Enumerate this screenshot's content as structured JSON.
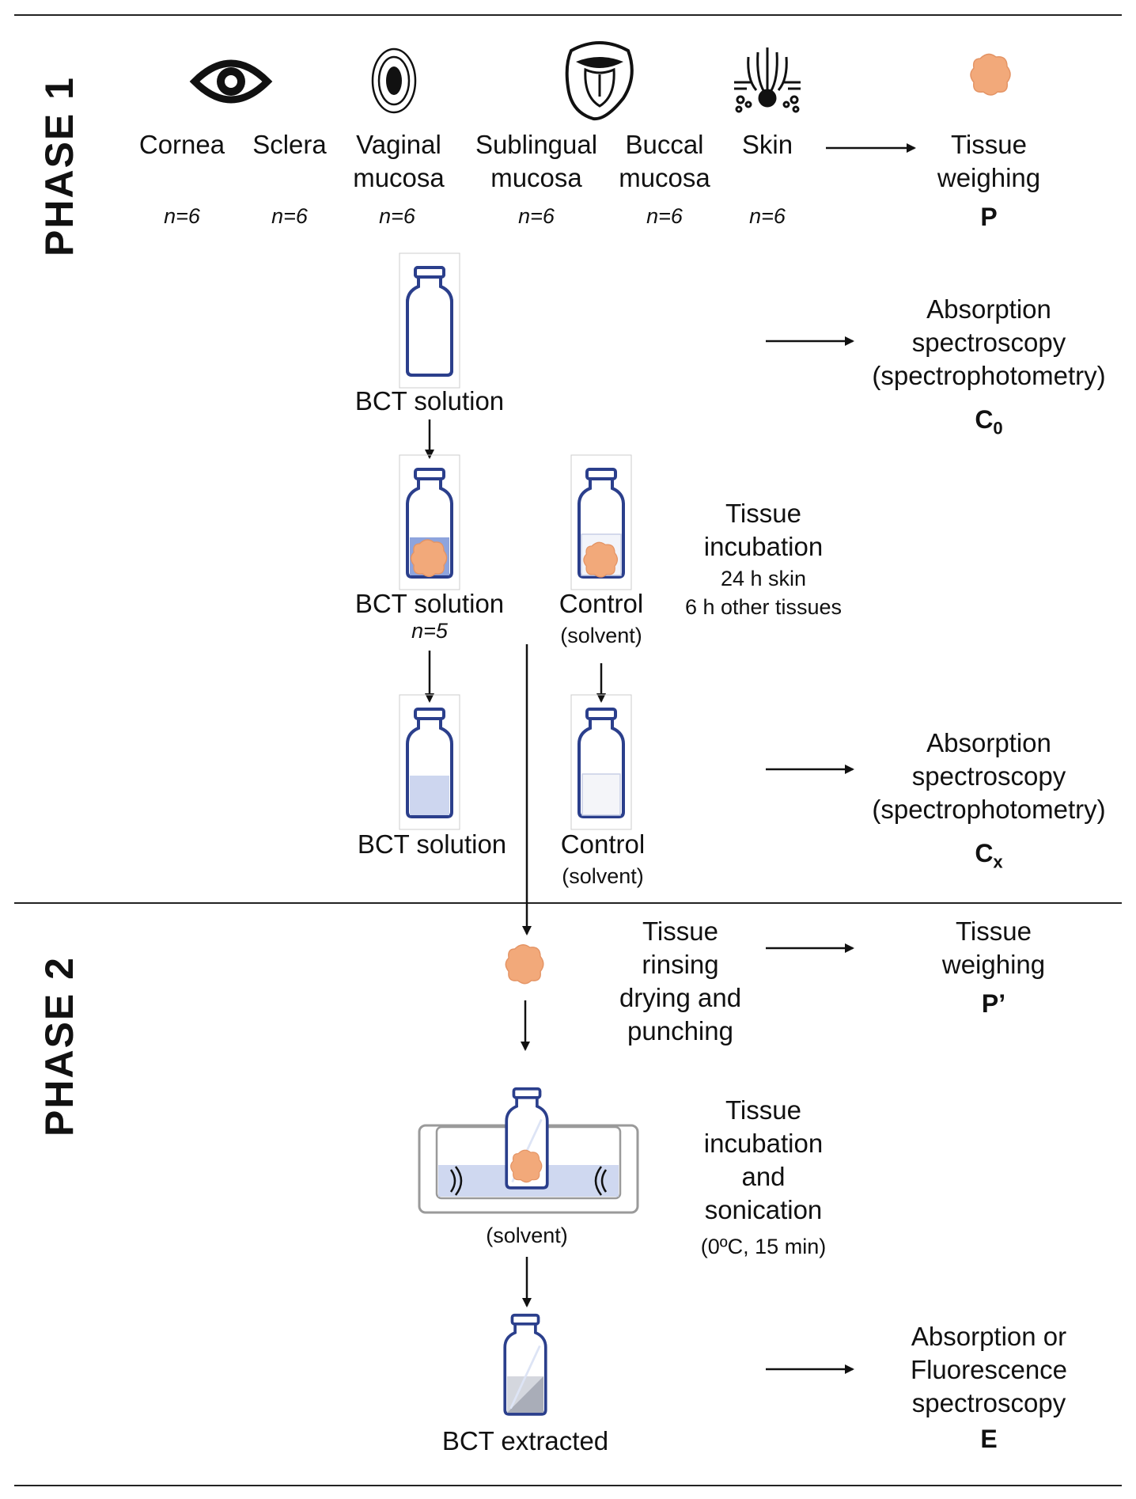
{
  "phases": {
    "p1": "PHASE 1",
    "p2": "PHASE 2"
  },
  "tissues": [
    {
      "name": "Cornea",
      "line2": "",
      "n": "n=6",
      "icon": "eye-icon"
    },
    {
      "name": "Sclera",
      "line2": "",
      "n": "n=6",
      "icon": ""
    },
    {
      "name": "Vaginal",
      "line2": "mucosa",
      "n": "n=6",
      "icon": "vaginal-icon"
    },
    {
      "name": "Sublingual",
      "line2": "mucosa",
      "n": "n=6",
      "icon": "mouth-tongue-icon"
    },
    {
      "name": "Buccal",
      "line2": "mucosa",
      "n": "n=6",
      "icon": ""
    },
    {
      "name": "Skin",
      "line2": "",
      "n": "n=6",
      "icon": "skin-hair-icon"
    }
  ],
  "tissue_weighing": {
    "line1": "Tissue",
    "line2": "weighing",
    "symbol": "P"
  },
  "bct_solution_1": "BCT solution",
  "absorption_1": {
    "line1": "Absorption",
    "line2": "spectroscopy",
    "line3": "(spectrophotometry)",
    "symbol": "C",
    "sub": "0"
  },
  "bct_solution_2": "BCT solution",
  "bct_solution_2_n": "n=5",
  "control_1": {
    "line1": "Control",
    "line2": "(solvent)"
  },
  "incubation_1": {
    "line1": "Tissue",
    "line2": "incubation",
    "line3": "24 h skin",
    "line4": "6 h other tissues"
  },
  "bct_solution_3": "BCT solution",
  "control_2": {
    "line1": "Control",
    "line2": "(solvent)"
  },
  "absorption_2": {
    "line1": "Absorption",
    "line2": "spectroscopy",
    "line3": "(spectrophotometry)",
    "symbol": "C",
    "sub": "x"
  },
  "rinsing": {
    "line1": "Tissue",
    "line2": "rinsing",
    "line3": "drying and",
    "line4": "punching"
  },
  "tissue_weighing_2": {
    "line1": "Tissue",
    "line2": "weighing",
    "symbol": "P’"
  },
  "sonication_solvent": "(solvent)",
  "incubation_2": {
    "line1": "Tissue",
    "line2": "incubation",
    "line3": "and",
    "line4": "sonication",
    "line5": "(0ºC, 15 min)"
  },
  "bct_extracted": "BCT extracted",
  "fluorescence": {
    "line1": "Absorption or",
    "line2": "Fluorescence",
    "line3": "spectroscopy",
    "symbol": "E"
  },
  "colors": {
    "vial_outline": "#2b3f8c",
    "solution": "#b9c7ea",
    "solution_dark": "#8ea4dd",
    "tissue": "#f2a97a",
    "bath": "#cfd8f0"
  }
}
